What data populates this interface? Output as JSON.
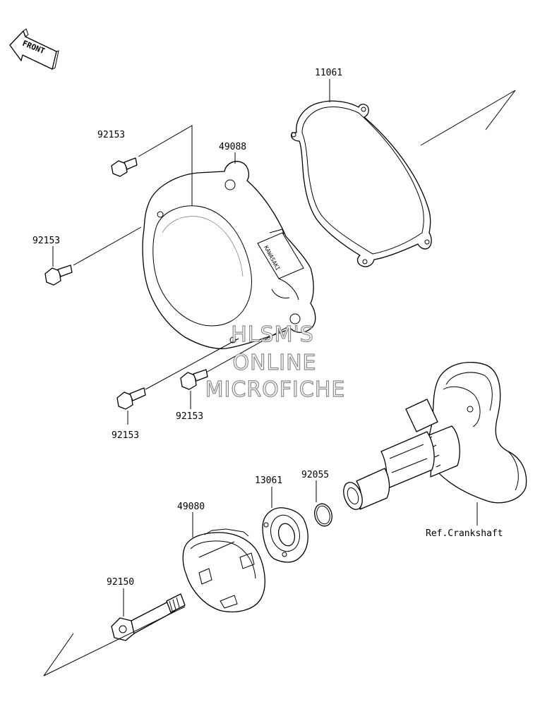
{
  "front_label": "FRONT",
  "cover_stamp": "KAWASAKI",
  "parts": {
    "p11061": "11061",
    "p49088": "49088",
    "p92153_top": "92153",
    "p92153_left": "92153",
    "p92153_bottom_left": "92153",
    "p92153_bottom_mid": "92153",
    "p13061": "13061",
    "p92055": "92055",
    "p49080": "49080",
    "p92150": "92150"
  },
  "reference": "Ref.Crankshaft",
  "watermark": [
    "HLSM'S",
    "ONLINE",
    "MICROFICHE"
  ]
}
